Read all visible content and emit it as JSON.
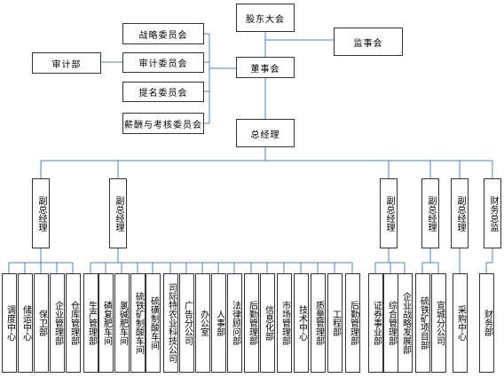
{
  "top": {
    "shareholders_meeting": "股东大会",
    "supervisory_board": "监事会",
    "board_of_directors": "董事会",
    "general_manager": "总经理"
  },
  "committees": [
    "战略委员会",
    "审计委员会",
    "提名委员会",
    "薪酬与考核委员会"
  ],
  "audit_dept": "审计部",
  "executives": [
    "副总经理",
    "副总经理",
    "副总经理",
    "副总经理",
    "副总经理",
    "财务总监"
  ],
  "departments": [
    "调度中心",
    "储运中心",
    "保卫部",
    "企业管理部",
    "仓库管理部",
    "生产管理部",
    "磷复肥车间",
    "氯碱肥车间",
    "硫铁矿制酸车间",
    "硫磺制酸车间",
    "司际特农业科技公司",
    "广告分公司",
    "办公室",
    "人事部",
    "法律顾问部",
    "后勤管理部",
    "信息化部",
    "市场管理部",
    "技术中心",
    "质量管理部",
    "工程部",
    "后勤管理部",
    "证券事业部",
    "综合管理部",
    "企业战略发展部",
    "硫铁矿项目部",
    "宣城分公司",
    "采购中心",
    "财务部"
  ],
  "colors": {
    "connector": "#4f81bd",
    "border": "#333333"
  }
}
